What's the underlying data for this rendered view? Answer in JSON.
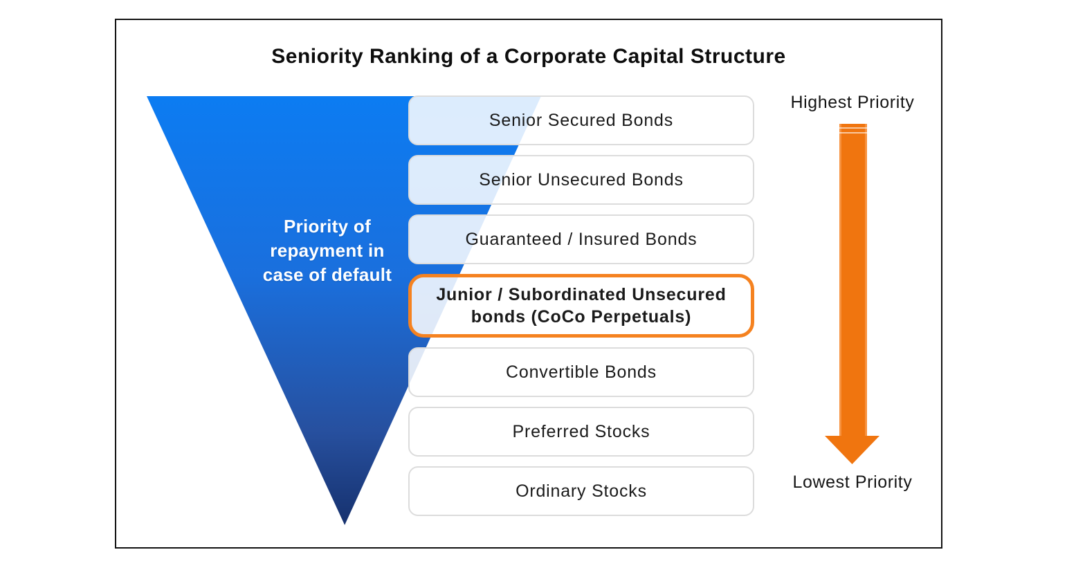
{
  "title": "Seniority Ranking of a Corporate Capital Structure",
  "funnel": {
    "label": "Priority of repayment in case of default",
    "gradient_top_color": "#0C7CF2",
    "gradient_bottom_color": "#16316E"
  },
  "levels": [
    {
      "label": "Senior Secured Bonds",
      "highlighted": false
    },
    {
      "label": "Senior Unsecured Bonds",
      "highlighted": false
    },
    {
      "label": "Guaranteed / Insured Bonds",
      "highlighted": false
    },
    {
      "label": "Junior / Subordinated Unsecured bonds (CoCo Perpetuals)",
      "highlighted": true
    },
    {
      "label": "Convertible Bonds",
      "highlighted": false
    },
    {
      "label": "Preferred Stocks",
      "highlighted": false
    },
    {
      "label": "Ordinary Stocks",
      "highlighted": false
    }
  ],
  "priority_scale": {
    "top_label": "Highest Priority",
    "bottom_label": "Lowest Priority",
    "arrow_color": "#F0750F",
    "highlight_border_color": "#F58220"
  }
}
